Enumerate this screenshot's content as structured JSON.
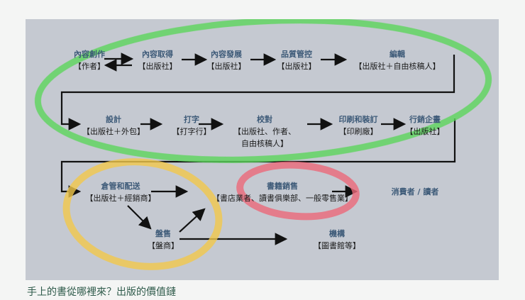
{
  "diagram": {
    "row1": [
      {
        "title": "內容創作",
        "sub": "【作者】"
      },
      {
        "title": "內容取得",
        "sub": "【出版社】"
      },
      {
        "title": "內容發展",
        "sub": "【出版社】"
      },
      {
        "title": "品質管控",
        "sub": "【出版社】"
      },
      {
        "title": "編輯",
        "sub": "【出版社＋自由核稿人】"
      }
    ],
    "row2": [
      {
        "title": "設計",
        "sub": "【出版社＋外包】"
      },
      {
        "title": "打字",
        "sub": "【打字行】"
      },
      {
        "title": "校對",
        "sub": "【出版社、作者、",
        "sub2": "自由核稿人】"
      },
      {
        "title": "印刷和裝訂",
        "sub": "【印刷廠】"
      },
      {
        "title": "行銷企畫",
        "sub": "【出版社】"
      }
    ],
    "row3": {
      "warehouse": {
        "title": "倉管和配送",
        "sub": "【出版社＋經銷商】"
      },
      "sales": {
        "title": "書籍銷售",
        "sub": "【書店業者、讀書俱樂部、一般零售業】"
      },
      "consumer": {
        "title": "消費者 / 讀者"
      },
      "wholesale": {
        "title": "盤售",
        "sub": "【盤商】"
      },
      "institution": {
        "title": "機構",
        "sub": "【圖書館等】"
      }
    },
    "highlights": {
      "green": "#5cd65c",
      "yellow": "#f2c94c",
      "red": "#ec6a7a"
    }
  },
  "caption": "手上的書從哪裡來？出版的價值鏈"
}
